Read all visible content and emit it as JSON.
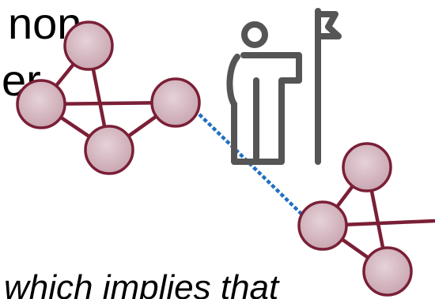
{
  "slide": {
    "text_line_1": "non-",
    "text_line_2": "er",
    "text_line_3": "which implies that"
  },
  "colors": {
    "node_fill": "#d2b4bd",
    "node_stroke": "#7a1f36",
    "edge": "#7a1f36",
    "link": "#1f6fc4",
    "icon": "#555555"
  },
  "icons": {
    "person": "person-with-flag-icon"
  },
  "network_left": {
    "nodes": [
      "node-top",
      "node-left",
      "node-bottom",
      "node-right"
    ]
  },
  "network_right": {
    "nodes": [
      "node-top",
      "node-left",
      "node-bottom"
    ]
  }
}
